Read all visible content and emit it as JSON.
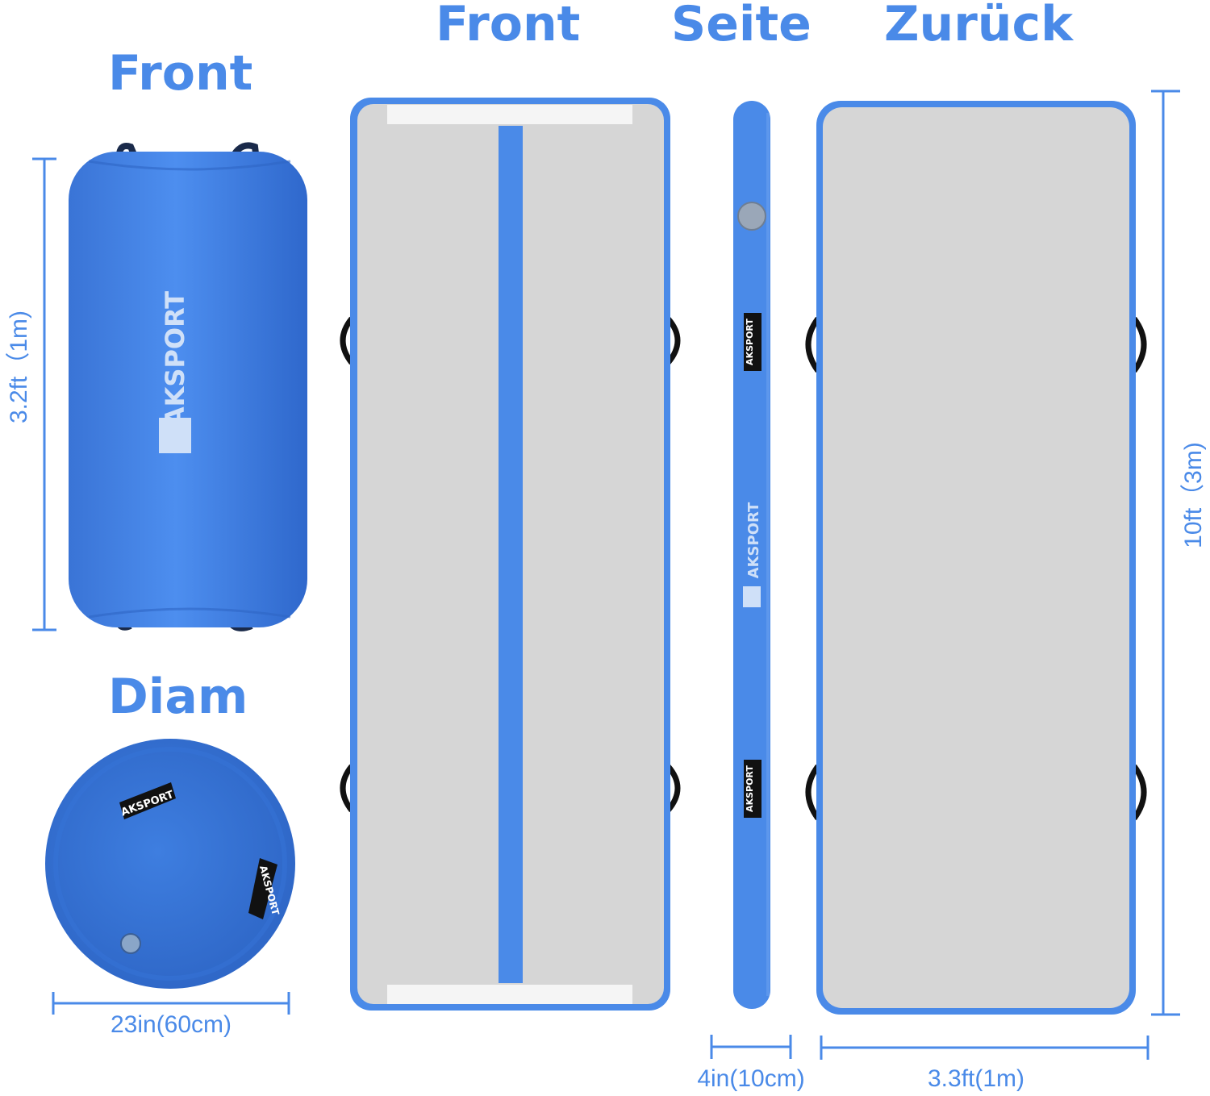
{
  "headings": {
    "roll_front": "Front",
    "roll_diam": "Diam",
    "mat_front": "Front",
    "mat_side": "Seite",
    "mat_back": "Zurück"
  },
  "dimensions": {
    "roll_height": "3.2ft（1m)",
    "roll_diameter": "23in(60cm)",
    "mat_thickness": "4in(10cm)",
    "mat_width": "3.3ft(1m)",
    "mat_length": "10ft（3m)"
  },
  "logos": {
    "brand": "AKSPORT"
  },
  "colors": {
    "accent_blue": "#4a8ae8",
    "roll_blue": "#3b7de0",
    "mat_grey": "#d6d6d6",
    "handle_black": "#1a1a1a"
  }
}
